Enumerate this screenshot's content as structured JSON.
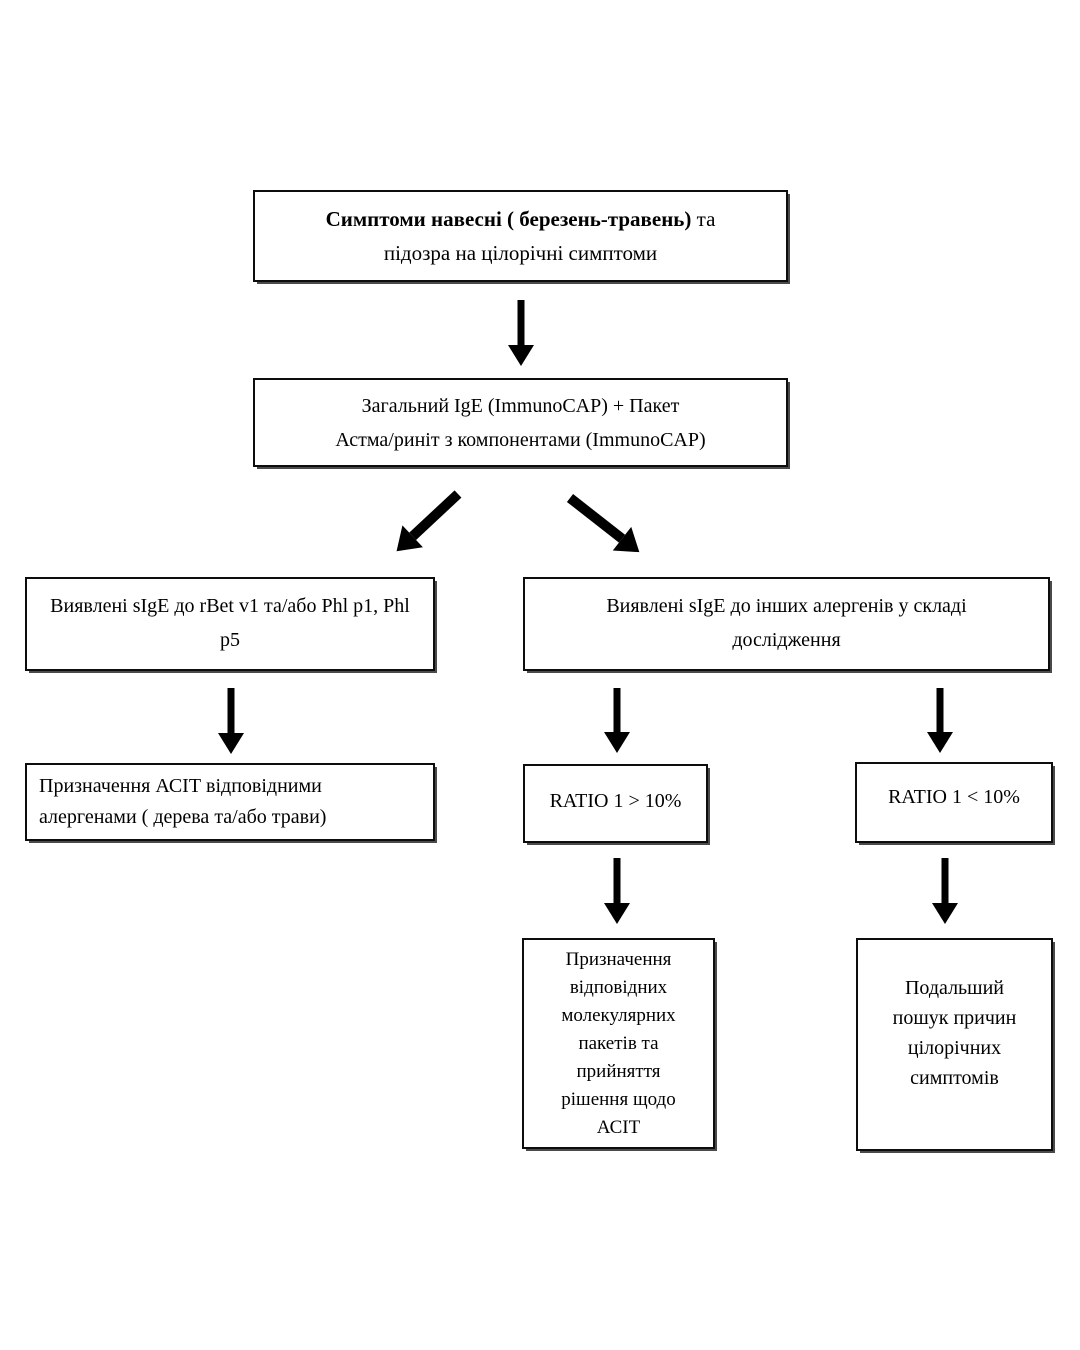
{
  "flowchart": {
    "background_color": "#ffffff",
    "box_border_color": "#0d0d0d",
    "box_shadow_color": "#4a4a4a",
    "arrow_color": "#000000",
    "nodes": {
      "symptoms": {
        "line1_bold": "Симптоми навесні ( березень-травень)",
        "line1_rest": " та",
        "line2": "підозра на цілорічні симптоми"
      },
      "ige_panel": {
        "line1": "Загальний IgE (ImmunoCAP) + Пакет",
        "line2": "Астма/риніт з компонентами (ImmunoCAP)"
      },
      "sige_components": {
        "line1": "Виявлені sIgE до rBet v1 та/або Phl p1, Phl",
        "line2": "p5"
      },
      "sige_other": {
        "line1": "Виявлені sIgE до інших алергенів у складі",
        "line2": "дослідження"
      },
      "asit_prescription": {
        "line1": "Призначення АСІТ відповідними",
        "line2": "алергенами ( дерева та/або трави)"
      },
      "ratio_gt": {
        "text": "RATIO 1 > 10%"
      },
      "ratio_lt": {
        "text": "RATIO 1 < 10%"
      },
      "molecular_panels": {
        "lines": [
          "Призначення",
          "відповідних",
          "молекулярних",
          "пакетів та",
          "прийняття",
          "рішення щодо",
          "АСІТ"
        ]
      },
      "further_search": {
        "lines": [
          "Подальший",
          "пошук причин",
          "цілорічних",
          "симптомів"
        ]
      }
    },
    "edges": [
      {
        "from": "symptoms",
        "to": "ige_panel"
      },
      {
        "from": "ige_panel",
        "to": "sige_components"
      },
      {
        "from": "ige_panel",
        "to": "sige_other"
      },
      {
        "from": "sige_components",
        "to": "asit_prescription"
      },
      {
        "from": "sige_other",
        "to": "ratio_gt"
      },
      {
        "from": "sige_other",
        "to": "ratio_lt"
      },
      {
        "from": "ratio_gt",
        "to": "molecular_panels"
      },
      {
        "from": "ratio_lt",
        "to": "further_search"
      }
    ]
  }
}
